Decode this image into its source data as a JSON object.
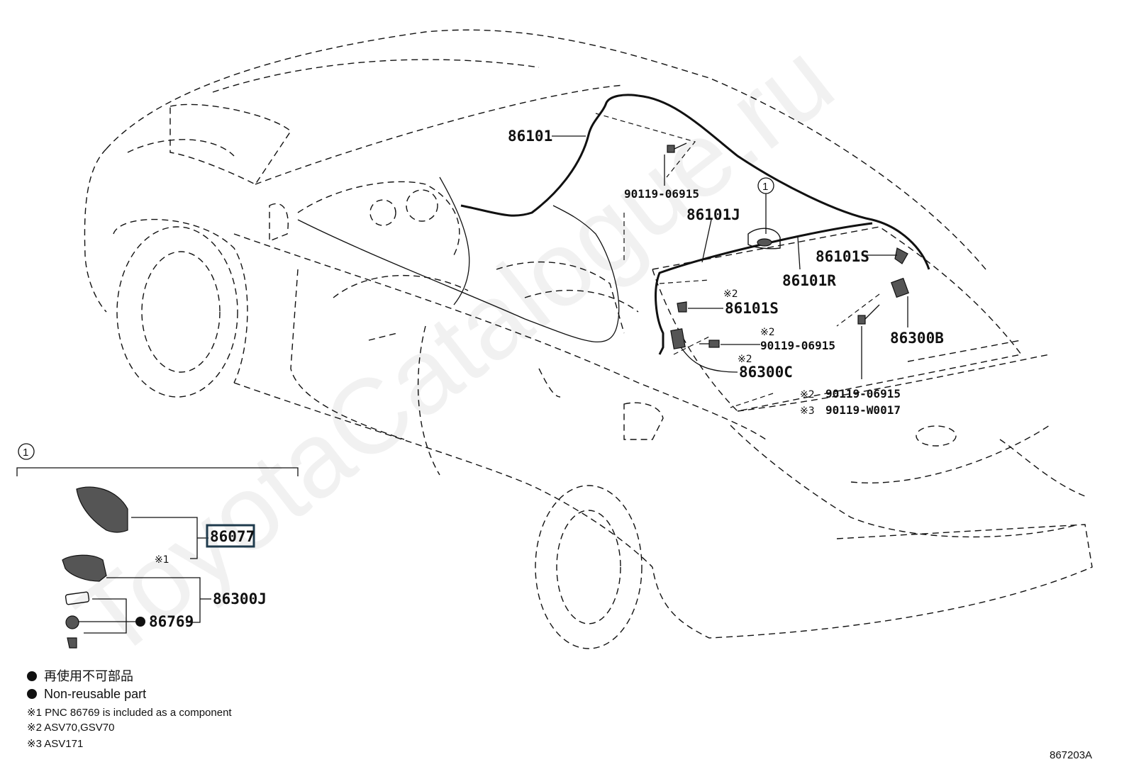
{
  "watermark": "ToyotaCatalogue.ru",
  "figure_id": "867203A",
  "callouts": {
    "c86101": "86101",
    "c90119_top": "90119-06915",
    "c86101J": "86101J",
    "c86101S_right": "86101S",
    "c86101R": "86101R",
    "c86101S_left": "86101S",
    "c90119_mid": "90119-06915",
    "c86300C": "86300C",
    "c86300B": "86300B",
    "c90119_bottom": "90119-06915",
    "c90119_W0017": "90119-W0017"
  },
  "marks": {
    "m2_a": "※2",
    "m2_b": "※2",
    "m2_c": "※2",
    "m2_d": "※2",
    "m3": "※3",
    "m1_inset": "※1"
  },
  "inset": {
    "ref_number": "1",
    "roof_ref_number": "1",
    "c86077": "86077",
    "c86300J": "86300J",
    "c86769": "86769"
  },
  "legend": {
    "jp": "再使用不可部品",
    "en": "Non-reusable part",
    "note1": "※1 PNC 86769 is included as a component",
    "note2": "※2 ASV70,GSV70",
    "note3": "※3 ASV171"
  }
}
